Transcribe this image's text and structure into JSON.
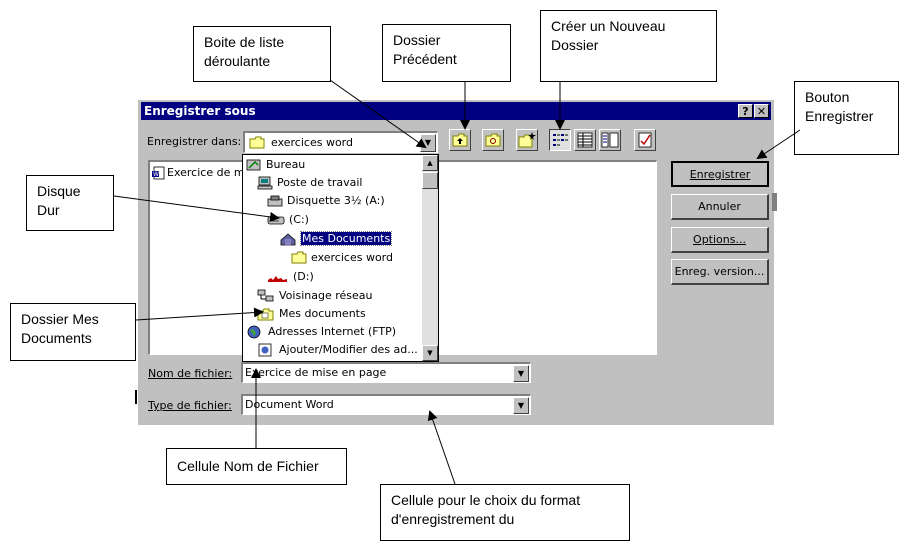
{
  "dialog": {
    "title": "Enregistrer sous",
    "help_btn": "?",
    "close_btn": "✕",
    "save_in_label": "Enregistrer dans:",
    "save_in_value": "exercices word",
    "file_list_item": "Exercice de m",
    "filename_label": "Nom de fichier:",
    "filename_value": "Exercice de mise en page",
    "filetype_label": "Type de fichier:",
    "filetype_value": "Document Word",
    "buttons": {
      "save": "Enregistrer",
      "cancel": "Annuler",
      "options": "Options...",
      "version": "Enreg. version..."
    }
  },
  "dropdown": {
    "items": [
      {
        "label": "Bureau",
        "icon": "desktop-icon"
      },
      {
        "label": "Poste de travail",
        "icon": "computer-icon"
      },
      {
        "label": "Disquette 3½ (A:)",
        "icon": "floppy-icon"
      },
      {
        "label": "(C:)",
        "icon": "hard-drive-icon"
      },
      {
        "label": "Mes Documents",
        "icon": "my-documents-icon"
      },
      {
        "label": "exercices word",
        "icon": "folder-icon"
      },
      {
        "label": "(D:)",
        "icon": "cd-drive-icon"
      },
      {
        "label": "Voisinage réseau",
        "icon": "network-icon"
      },
      {
        "label": "Mes documents",
        "icon": "folder-icon"
      },
      {
        "label": "Adresses Internet (FTP)",
        "icon": "globe-icon"
      },
      {
        "label": "Ajouter/Modifier des ad...",
        "icon": "ftp-add-icon"
      }
    ]
  },
  "callouts": {
    "dropdown_list": "Boite de liste déroulante",
    "previous_folder": "Dossier Précédent",
    "new_folder": "Créer un Nouveau Dossier",
    "save_button": "Bouton Enregistrer",
    "hard_disk": "Disque Dur",
    "my_documents": "Dossier Mes Documents",
    "filename_cell": "Cellule Nom de Fichier",
    "format_cell": "Cellule pour le choix du format d'enregistrement du"
  },
  "colors": {
    "titlebar": "#000080",
    "dialog_bg": "#c0c0c0",
    "selection": "#000080"
  }
}
